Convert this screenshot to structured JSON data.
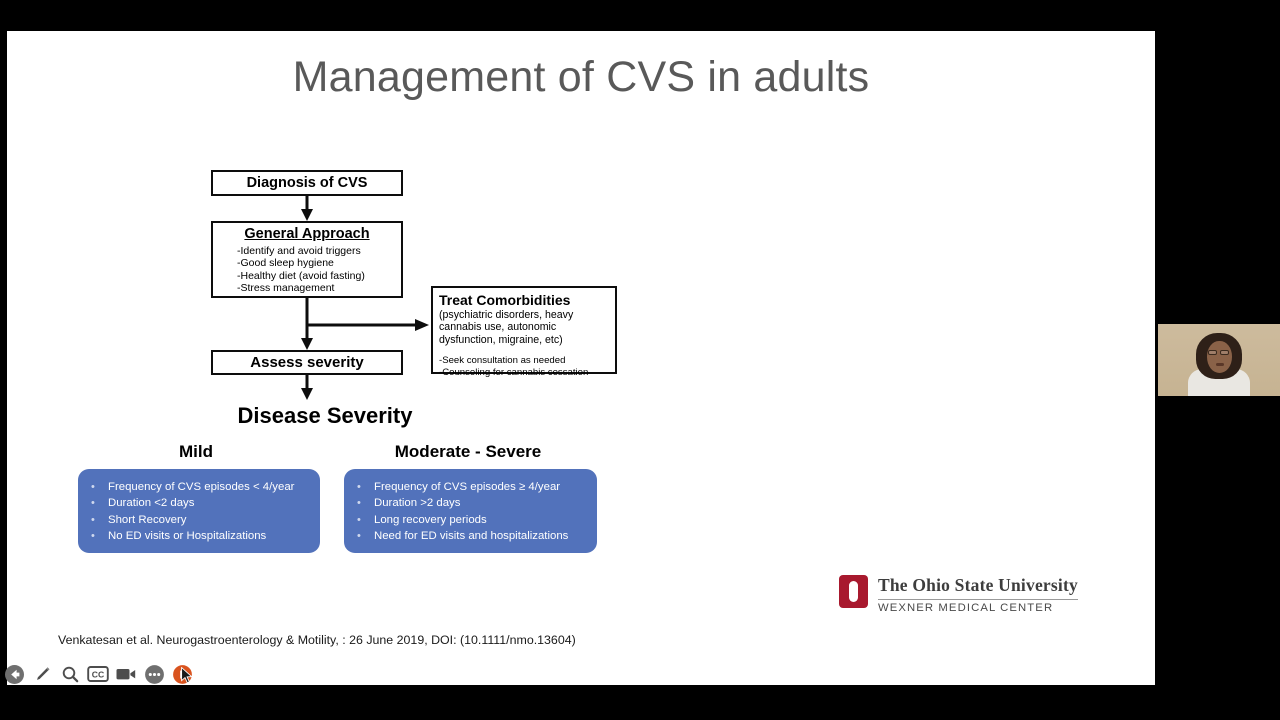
{
  "slide": {
    "title": "Management of CVS in adults",
    "diagram": {
      "diagnosis": {
        "label": "Diagnosis of CVS"
      },
      "general_approach": {
        "heading": "General Approach",
        "items": [
          "-Identify and avoid triggers",
          "-Good sleep hygiene",
          "-Healthy diet (avoid fasting)",
          "-Stress management"
        ]
      },
      "treat_comorbidities": {
        "heading": "Treat Comorbidities",
        "paragraph": "(psychiatric disorders, heavy cannabis use, autonomic dysfunction, migraine, etc)",
        "items": [
          "-Seek consultation as needed",
          "-Counseling for cannabis cessation"
        ]
      },
      "assess_severity": {
        "label": "Assess severity"
      },
      "disease_severity": {
        "label": "Disease Severity"
      }
    },
    "severity": {
      "mild": {
        "header": "Mild",
        "items": [
          "Frequency of CVS episodes < 4/year",
          "Duration <2 days",
          "Short Recovery",
          "No ED visits or Hospitalizations"
        ]
      },
      "moderate_severe": {
        "header": "Moderate - Severe",
        "items": [
          "Frequency of CVS episodes ≥ 4/year",
          "Duration >2 days",
          "Long recovery periods",
          "Need for ED visits and hospitalizations"
        ]
      }
    },
    "logo": {
      "line1": "The Ohio State University",
      "line2": "WEXNER MEDICAL CENTER"
    },
    "citation": "Venkatesan et al. Neurogastroenterology & Motility, : 26 June 2019, DOI: (10.1111/nmo.13604)"
  },
  "colors": {
    "severity_box": "#5272bb",
    "title_gray": "#595959",
    "logo_red": "#a8192e",
    "record_button": "#d9531e",
    "slide_bg": "#ffffff",
    "app_bg": "#000000"
  },
  "toolbar": {
    "items": [
      {
        "name": "back-button",
        "icon": "back-arrow-icon",
        "label": "Back"
      },
      {
        "name": "annotate-button",
        "icon": "pencil-icon",
        "label": "Annotate"
      },
      {
        "name": "zoom-button",
        "icon": "magnifier-icon",
        "label": "Zoom"
      },
      {
        "name": "captions-button",
        "icon": "cc-icon",
        "label": "CC"
      },
      {
        "name": "video-button",
        "icon": "video-camera-icon",
        "label": "Video"
      },
      {
        "name": "more-button",
        "icon": "ellipsis-icon",
        "label": "More"
      },
      {
        "name": "record-button",
        "icon": "record-icon",
        "label": "Record"
      }
    ]
  },
  "webcam": {
    "label": "presenter-video"
  }
}
